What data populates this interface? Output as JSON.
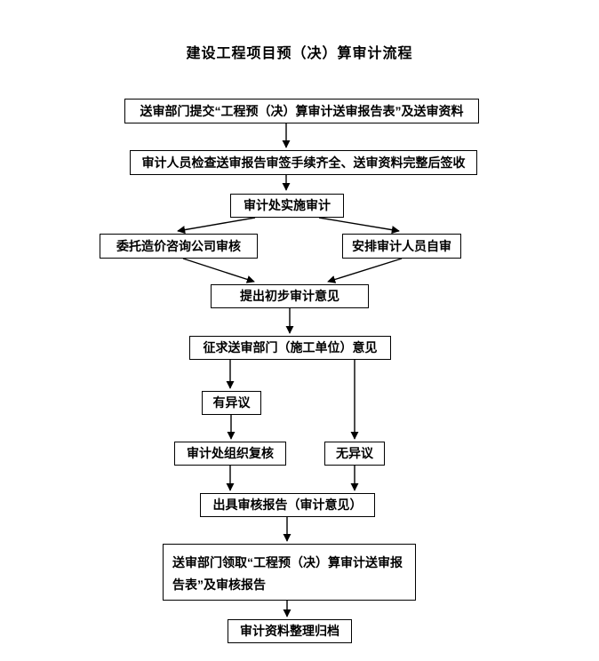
{
  "title": "建设工程项目预（决）算审计流程",
  "nodes": {
    "submit": {
      "label": "送审部门提交“工程预（决）算审计送审报告表”及送审资料"
    },
    "check": {
      "label": "审计人员检查送审报告审签手续齐全、送审资料完整后签收"
    },
    "implement": {
      "label": "审计处实施审计"
    },
    "entrust": {
      "label": "委托造价咨询公司审核"
    },
    "self_audit": {
      "label": "安排审计人员自审"
    },
    "preliminary": {
      "label": "提出初步审计意见"
    },
    "solicit": {
      "label": "征求送审部门（施工单位）意见"
    },
    "objection": {
      "label": "有异议"
    },
    "recheck": {
      "label": "审计处组织复核"
    },
    "no_objection": {
      "label": "无异议"
    },
    "issue": {
      "label": "出具审核报告（审计意见）"
    },
    "receive": {
      "label": "送审部门领取“工程预（决）算审计送审报告表”及审核报告"
    },
    "archive": {
      "label": "审计资料整理归档"
    }
  }
}
